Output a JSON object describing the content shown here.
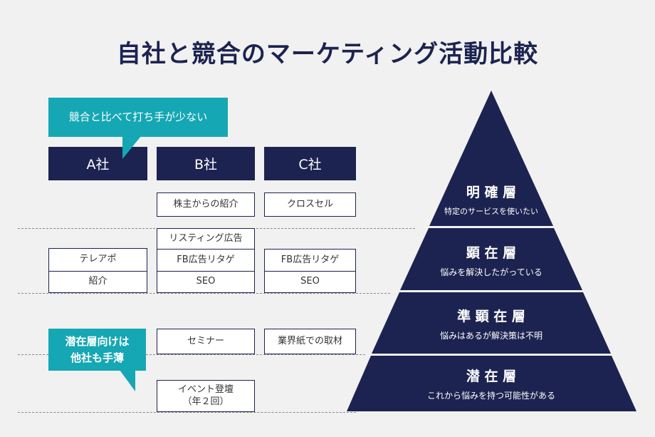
{
  "title": "自社と競合のマーケティング活動比較",
  "callouts": {
    "top": "競合と比べて打ち手が少ない",
    "bottom_line1": "潜在層向けは",
    "bottom_line2": "他社も手薄"
  },
  "companies": [
    "A社",
    "B社",
    "C社"
  ],
  "cells": {
    "b_row1": "株主からの紹介",
    "c_row1": "クロスセル",
    "b_listing": "リスティング広告",
    "a_tele": "テレアポ",
    "a_intro": "紹介",
    "b_fb": "FB広告リタゲ",
    "c_fb": "FB広告リタゲ",
    "b_seo": "SEO",
    "c_seo": "SEO",
    "b_seminar": "セミナー",
    "c_paper": "業界紙での取材",
    "b_event_line1": "イベント登壇",
    "b_event_line2": "（年２回）"
  },
  "pyramid": [
    {
      "name": "明 確 層",
      "desc": "特定のサービスを使いたい"
    },
    {
      "name": "顕 在 層",
      "desc": "悩みを解決したがっている"
    },
    {
      "name": "準 顕 在 層",
      "desc": "悩みはあるが解決策は不明"
    },
    {
      "name": "潜 在 層",
      "desc": "これから悩みを持つ可能性がある"
    }
  ],
  "colors": {
    "navy": "#1c2350",
    "teal": "#15a7b3",
    "bg": "#f1f1f1"
  }
}
